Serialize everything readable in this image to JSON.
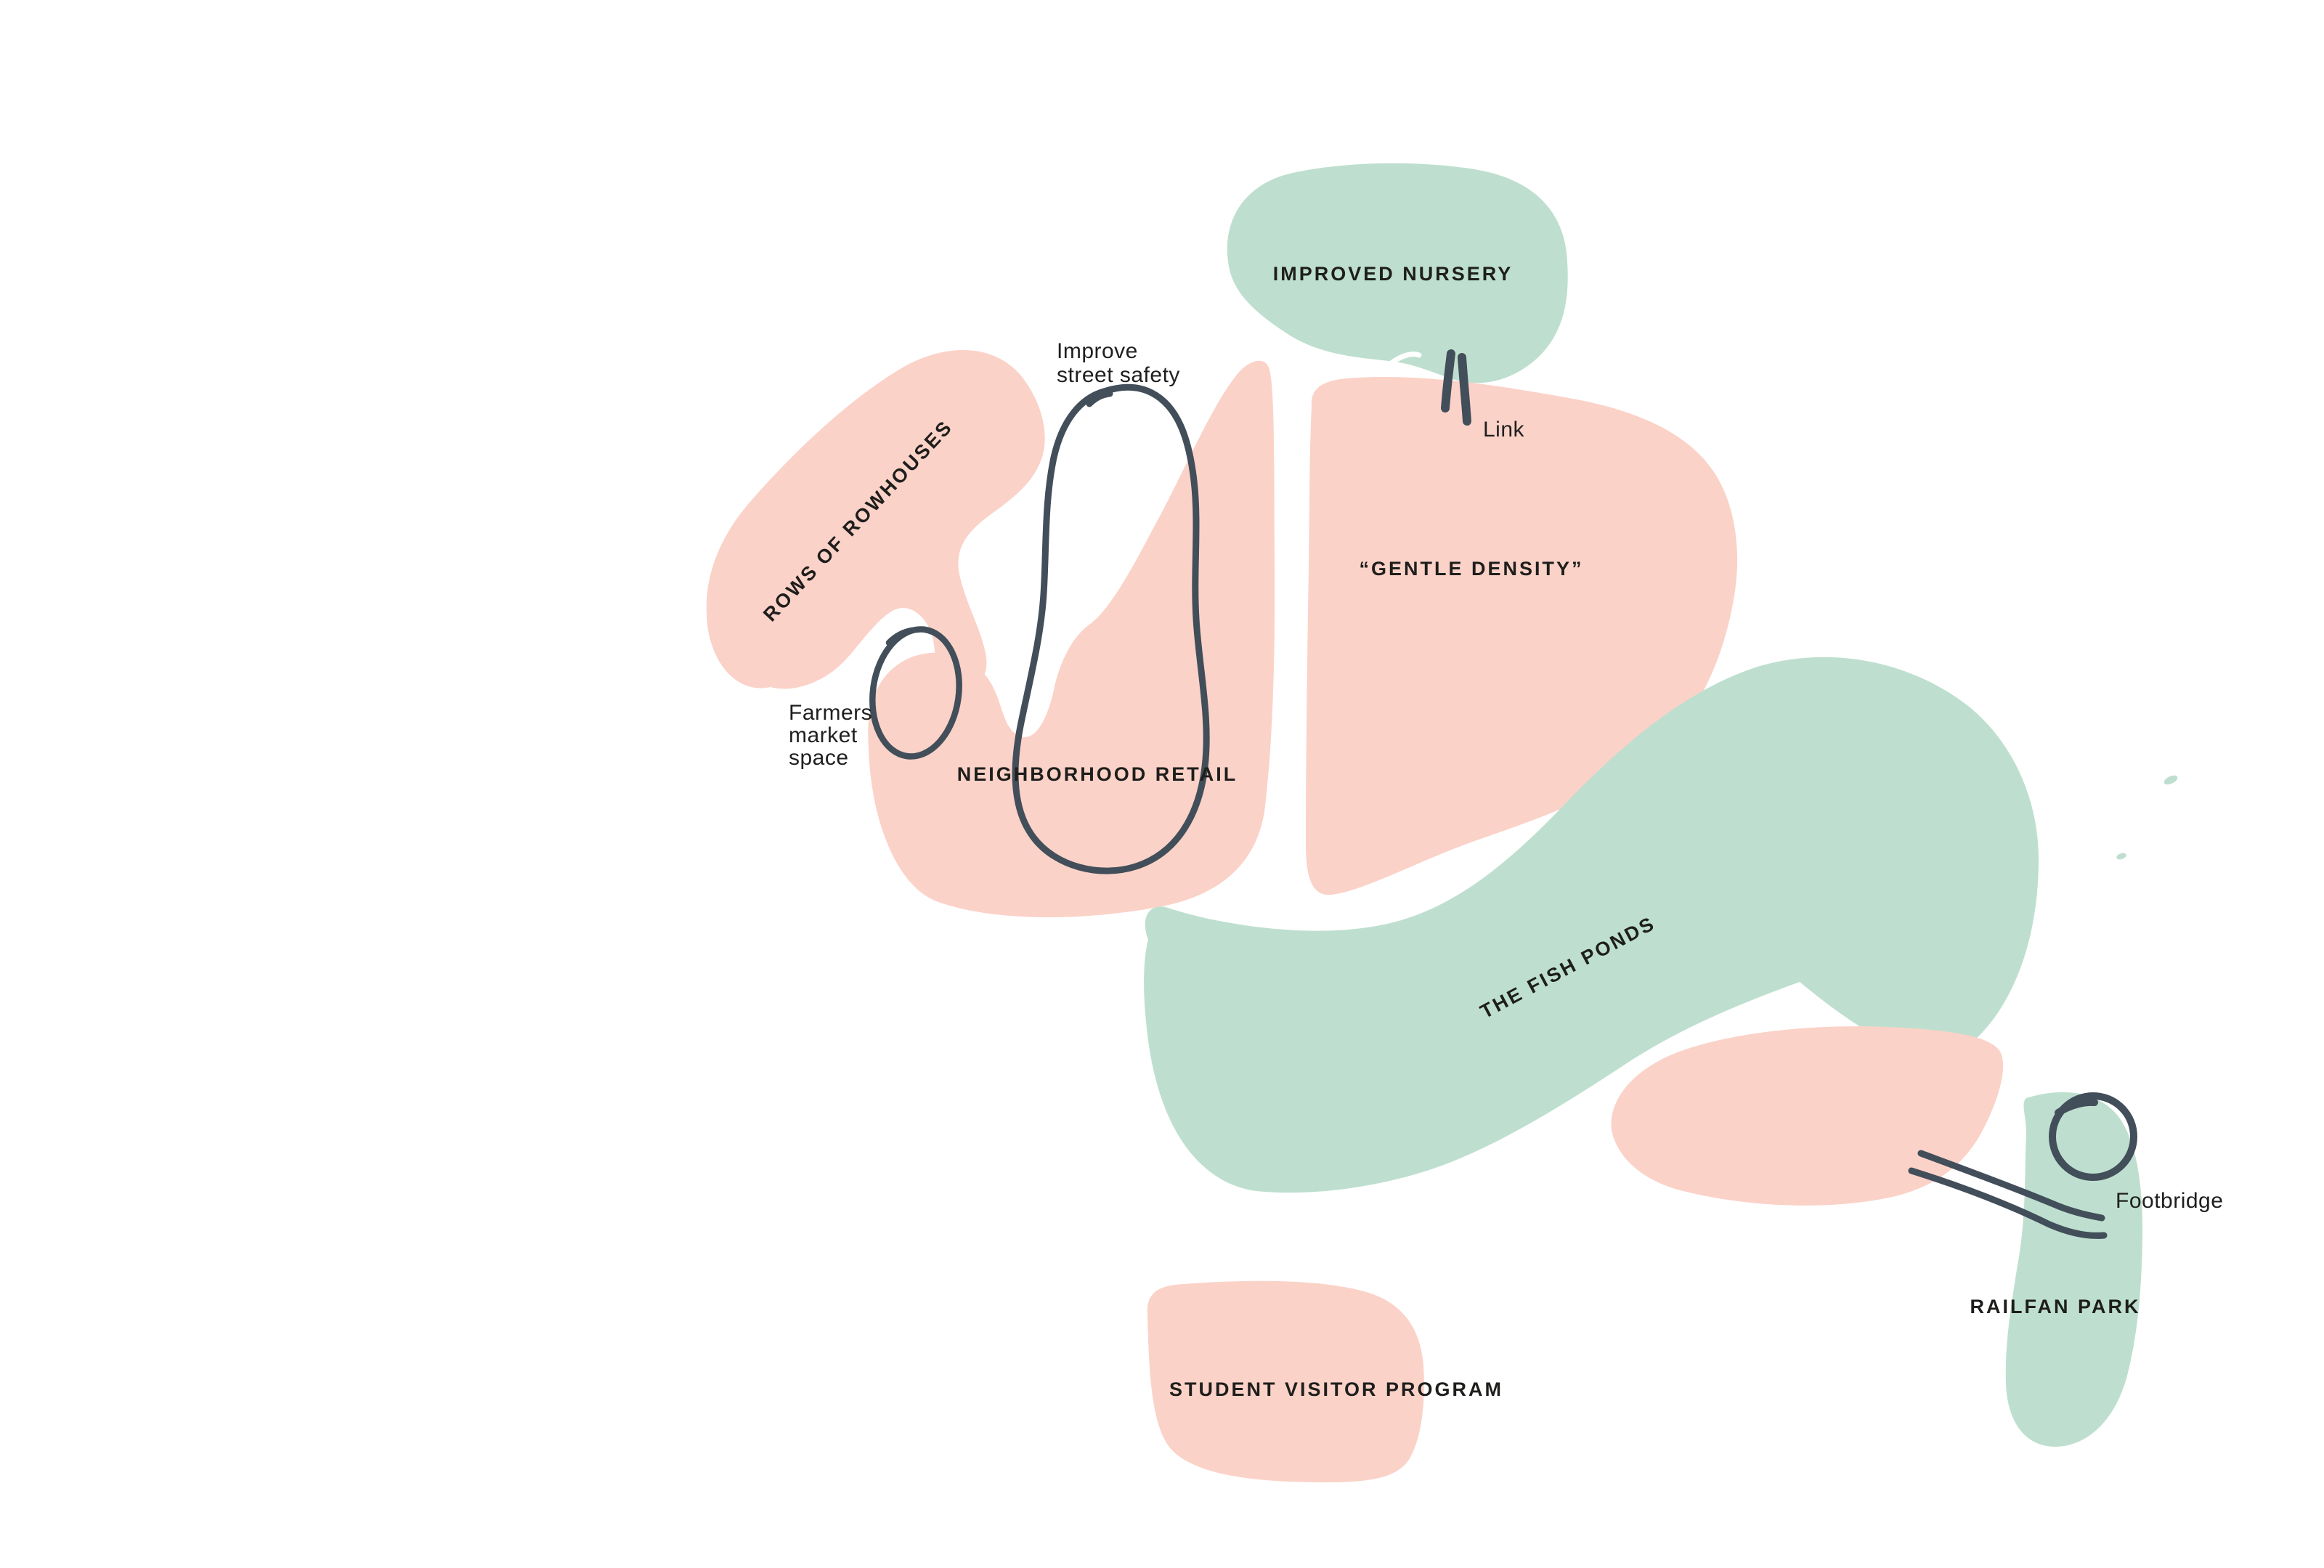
{
  "palette": {
    "pink": "#fbd2c8",
    "mint": "#bedfcf",
    "ink": "#424e59",
    "label": "#1e1e1c"
  },
  "regions": {
    "improved_nursery": {
      "label": "IMPROVED NURSERY",
      "color": "mint"
    },
    "gentle_density": {
      "label": "“GENTLE DENSITY”",
      "color": "pink"
    },
    "rows_of_rowhouses": {
      "label": "ROWS OF ROWHOUSES",
      "color": "pink"
    },
    "neighborhood_retail": {
      "label": "NEIGHBORHOOD RETAIL",
      "color": "pink"
    },
    "the_fish_ponds": {
      "label": "THE FISH PONDS",
      "color": "mint"
    },
    "railfan_park": {
      "label": "RAILFAN PARK",
      "color": "mint"
    },
    "student_visitor_program": {
      "label": "STUDENT VISITOR PROGRAM",
      "color": "pink"
    }
  },
  "annotations": {
    "improve_street_safety": {
      "line1": "Improve",
      "line2": "street safety"
    },
    "farmers_market_space": {
      "line1": "Farmers",
      "line2": "market",
      "line3": "space"
    },
    "link": {
      "label": "Link"
    },
    "footbridge": {
      "label": "Footbridge"
    }
  }
}
